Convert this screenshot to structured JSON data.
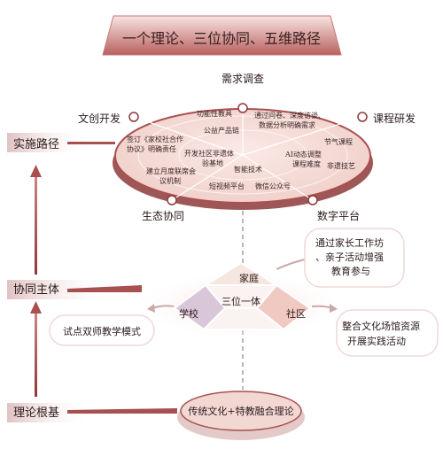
{
  "title": "一个理论、三位协同、五维路径",
  "levels": {
    "implementation": "实施路径",
    "collaboration": "协同主体",
    "theory": "理论根基"
  },
  "wheel": {
    "nodes": {
      "top": "需求调查",
      "right": "课程研发",
      "bottom_right": "数字平台",
      "bottom_left": "生态协同",
      "left": "文创开发"
    },
    "segments": {
      "s1": "功能性教具",
      "s2": "公益产品链",
      "s3": "通过问卷、深度访谈、数据分析明确需求",
      "s4a": "签订《家校社合作",
      "s4b": "协议》明确责任",
      "s5a": "开发社区非遗体",
      "s5b": "验基地",
      "s6": "节气课程",
      "s7a": "AI动态调整",
      "s7b": "课程难度",
      "s8": "非遗技艺",
      "s9a": "建立月度联席会",
      "s9b": "议机制",
      "s10": "智能技术",
      "s11": "短视频平台",
      "s12": "微信公众号"
    }
  },
  "triangle": {
    "center": "三位一体",
    "home": "家庭",
    "school": "学校",
    "community": "社区"
  },
  "callouts": {
    "home": [
      "通过家长工作坊",
      "、亲子活动增强",
      "教育参与"
    ],
    "school": "试点双师教学模式",
    "community": [
      "整合文化场馆资源",
      "开展实践活动"
    ]
  },
  "foundation": "传统文化+特教融合理论",
  "colors": {
    "accent": "#a8504f",
    "accent_dark": "#8c3a39",
    "wheel_fill": "#f6dcd7",
    "home_fill": "#f5e6df",
    "school_fill": "#d9c7d9",
    "community_fill": "#f0c9c0"
  }
}
